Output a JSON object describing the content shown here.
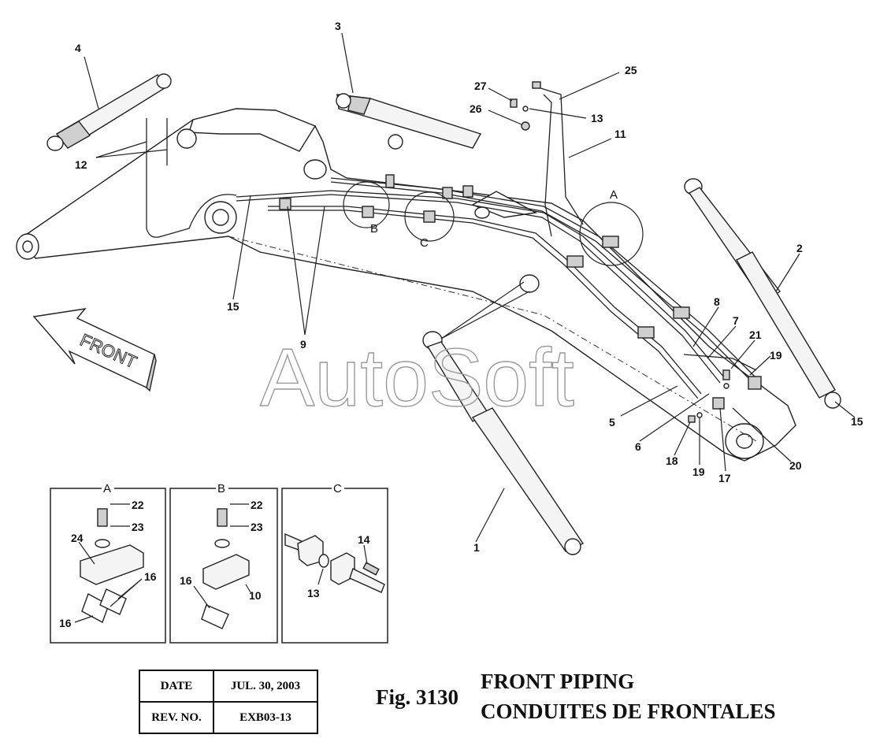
{
  "figure": {
    "number": "Fig. 3130",
    "title_en": "FRONT PIPING",
    "title_fr": "CONDUITES DE FRONTALES"
  },
  "title_block": {
    "date_label": "DATE",
    "date_value": "JUL. 30, 2003",
    "rev_label": "REV. NO.",
    "rev_value": "EXB03-13"
  },
  "watermark": "AutoSoft",
  "direction_arrow": "FRONT",
  "details": {
    "a": {
      "title": "A",
      "callouts": [
        "22",
        "23",
        "24",
        "16",
        "16"
      ]
    },
    "b": {
      "title": "B",
      "callouts": [
        "22",
        "23",
        "10",
        "16"
      ]
    },
    "c": {
      "title": "C",
      "callouts": [
        "14",
        "13"
      ]
    }
  },
  "main_callouts": [
    "1",
    "2",
    "3",
    "4",
    "5",
    "6",
    "7",
    "8",
    "9",
    "11",
    "12",
    "13",
    "15",
    "15",
    "17",
    "18",
    "19",
    "19",
    "20",
    "21",
    "25",
    "26",
    "27"
  ],
  "detail_circle_labels": [
    "A",
    "B",
    "C"
  ]
}
